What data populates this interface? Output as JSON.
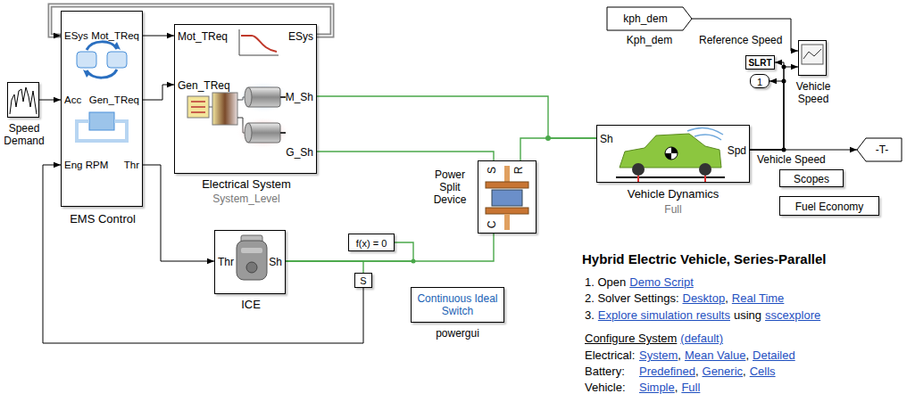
{
  "diagram": {
    "title": "Hybrid Electric Vehicle, Series-Parallel",
    "nodes": [
      {
        "text": [
          "Speed Demand"
        ]
      },
      {
        "text": [
          "ESys",
          "Mot_TReq",
          "Acc",
          "Gen_TReq",
          "Eng RPM",
          "Thr",
          "EMS Control"
        ]
      },
      {
        "text": [
          "Mot_TReq",
          "Gen_TReq",
          "ESys",
          "M_Sh",
          "G_Sh",
          "Electrical System",
          "System_Level"
        ]
      },
      {
        "text": [
          "Thr",
          "Sh",
          "ICE"
        ]
      },
      {
        "text": [
          "f(x) = 0"
        ]
      },
      {
        "text": [
          "S"
        ]
      },
      {
        "text": [
          "S",
          "R",
          "C",
          "Power Split Device"
        ]
      },
      {
        "text": [
          "Continuous Ideal Switch",
          "powergui"
        ]
      },
      {
        "text": [
          "Sh",
          "Spd",
          "Vehicle Dynamics",
          "Full"
        ]
      },
      {
        "text": [
          "kph_dem",
          "Kph_dem"
        ]
      },
      {
        "text": [
          "SLRT"
        ]
      },
      {
        "text": [
          "1"
        ]
      },
      {
        "text": [
          "Vehicle Speed"
        ]
      },
      {
        "text": [
          "-T-"
        ]
      },
      {
        "text": [
          "Scopes"
        ]
      },
      {
        "text": [
          "Fuel Economy"
        ]
      }
    ],
    "edges": [
      {
        "from": 0,
        "to": 1,
        "arrow": "to"
      },
      {
        "from": 1,
        "to": 2,
        "arrow": "to"
      },
      {
        "from": 1,
        "to": 2,
        "arrow": "to"
      },
      {
        "from": 2,
        "to": 1,
        "arrow": "to"
      },
      {
        "from": 1,
        "to": 3,
        "arrow": "to"
      },
      {
        "from": 5,
        "to": 1,
        "arrow": "to"
      },
      {
        "from": 3,
        "to": 6,
        "arrow": "none"
      },
      {
        "from": 4,
        "to": 3,
        "arrow": "none"
      },
      {
        "from": 5,
        "to": 3,
        "arrow": "none"
      },
      {
        "from": 2,
        "to": 6,
        "arrow": "none"
      },
      {
        "from": 2,
        "to": 8,
        "arrow": "none"
      },
      {
        "from": 6,
        "to": 8,
        "arrow": "none"
      },
      {
        "from": 9,
        "to": 12,
        "arrow": "to",
        "label": "Reference Speed"
      },
      {
        "from": 8,
        "to": 12,
        "arrow": "to"
      },
      {
        "from": 8,
        "to": 10,
        "arrow": "to"
      },
      {
        "from": 8,
        "to": 11,
        "arrow": "to"
      },
      {
        "from": 8,
        "to": 13,
        "arrow": "to",
        "label": "Vehicle Speed"
      }
    ],
    "labels": [
      "1. Open",
      "Demo Script",
      "2. Solver Settings:",
      "Desktop",
      ",",
      "Real Time",
      "3.",
      "Explore simulation results",
      "using",
      "sscexplore",
      "Configure System",
      "(default)",
      "Electrical:",
      "System",
      ",",
      "Mean Value",
      ",",
      "Detailed",
      "Battery:",
      "Predefined",
      ",",
      "Generic",
      ",",
      "Cells",
      "Vehicle:",
      "Simple",
      ",",
      "Full"
    ]
  }
}
